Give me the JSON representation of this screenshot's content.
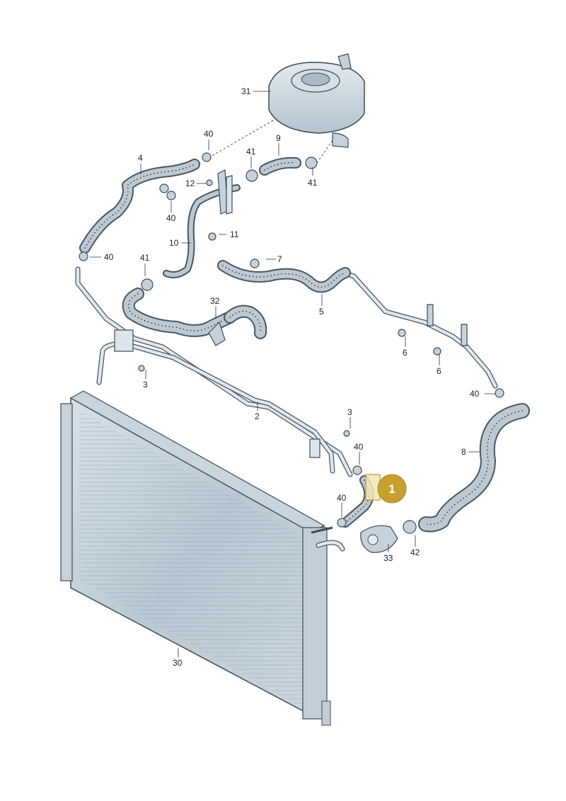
{
  "colors": {
    "background": "#ffffff",
    "part_fill": "#c5d2db",
    "outline": "#3f4a54",
    "highlight_badge": "#c8a030"
  },
  "callouts": [
    {
      "id": "31",
      "text": "31"
    },
    {
      "id": "40a",
      "text": "40"
    },
    {
      "id": "9",
      "text": "9"
    },
    {
      "id": "41a",
      "text": "41"
    },
    {
      "id": "41b",
      "text": "41"
    },
    {
      "id": "4",
      "text": "4"
    },
    {
      "id": "12",
      "text": "12"
    },
    {
      "id": "40b",
      "text": "40"
    },
    {
      "id": "11",
      "text": "11"
    },
    {
      "id": "10",
      "text": "10"
    },
    {
      "id": "40c",
      "text": "40"
    },
    {
      "id": "7",
      "text": "7"
    },
    {
      "id": "41c",
      "text": "41"
    },
    {
      "id": "5",
      "text": "5"
    },
    {
      "id": "32",
      "text": "32"
    },
    {
      "id": "6a",
      "text": "6"
    },
    {
      "id": "6b",
      "text": "6"
    },
    {
      "id": "3a",
      "text": "3"
    },
    {
      "id": "40d",
      "text": "40"
    },
    {
      "id": "2",
      "text": "2"
    },
    {
      "id": "3b",
      "text": "3"
    },
    {
      "id": "40e",
      "text": "40"
    },
    {
      "id": "8",
      "text": "8"
    },
    {
      "id": "40f",
      "text": "40"
    },
    {
      "id": "33",
      "text": "33"
    },
    {
      "id": "42",
      "text": "42"
    },
    {
      "id": "30",
      "text": "30"
    }
  ],
  "highlight": {
    "text": "1"
  }
}
